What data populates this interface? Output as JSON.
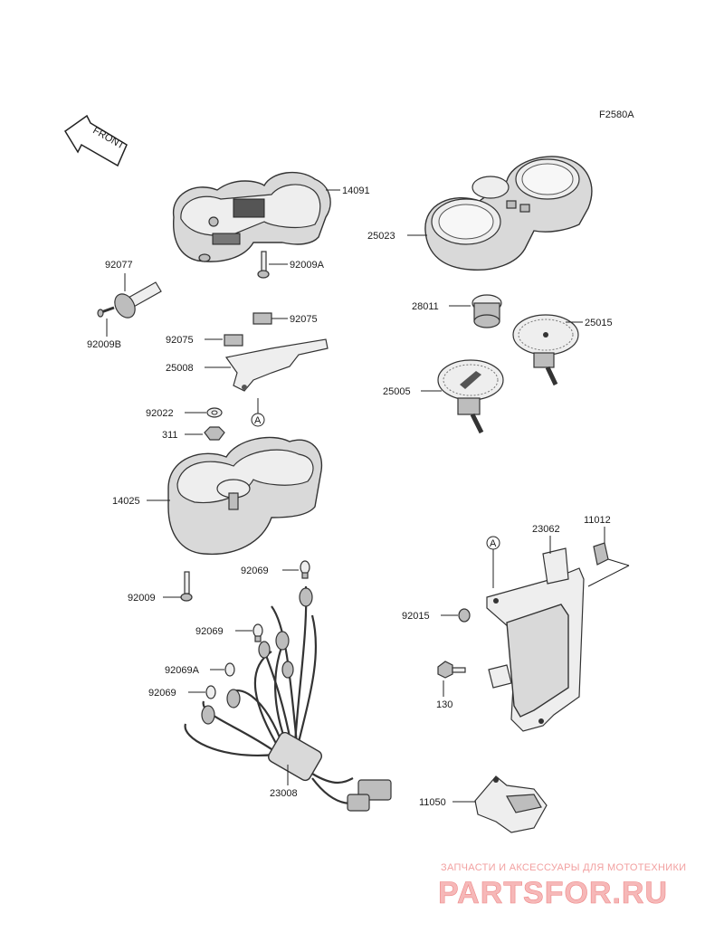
{
  "figure_code": "F2580A",
  "front_label": "FRONT",
  "ref_marker": "A",
  "parts": {
    "p14091": "14091",
    "p92077": "92077",
    "p92009A": "92009A",
    "p92009B": "92009B",
    "p92075a": "92075",
    "p92075b": "92075",
    "p25008": "25008",
    "p92022": "92022",
    "p311": "311",
    "p14025": "14025",
    "p92009": "92009",
    "p92069a": "92069",
    "p92069b": "92069",
    "p92069A": "92069A",
    "p92069c": "92069",
    "p23008": "23008",
    "p25023": "25023",
    "p28011": "28011",
    "p25015": "25015",
    "p25005": "25005",
    "p23062": "23062",
    "p11012": "11012",
    "p92015": "92015",
    "p130": "130",
    "p11050": "11050"
  },
  "watermark": {
    "caption": "ЗАПЧАСТИ И АКСЕССУАРЫ ДЛЯ МОТОТЕХНИКИ",
    "brand": "PARTSFOR.RU"
  },
  "colors": {
    "line": "#222222",
    "part_fill": "#d9d9d9",
    "watermark": "#f2a0a0"
  }
}
